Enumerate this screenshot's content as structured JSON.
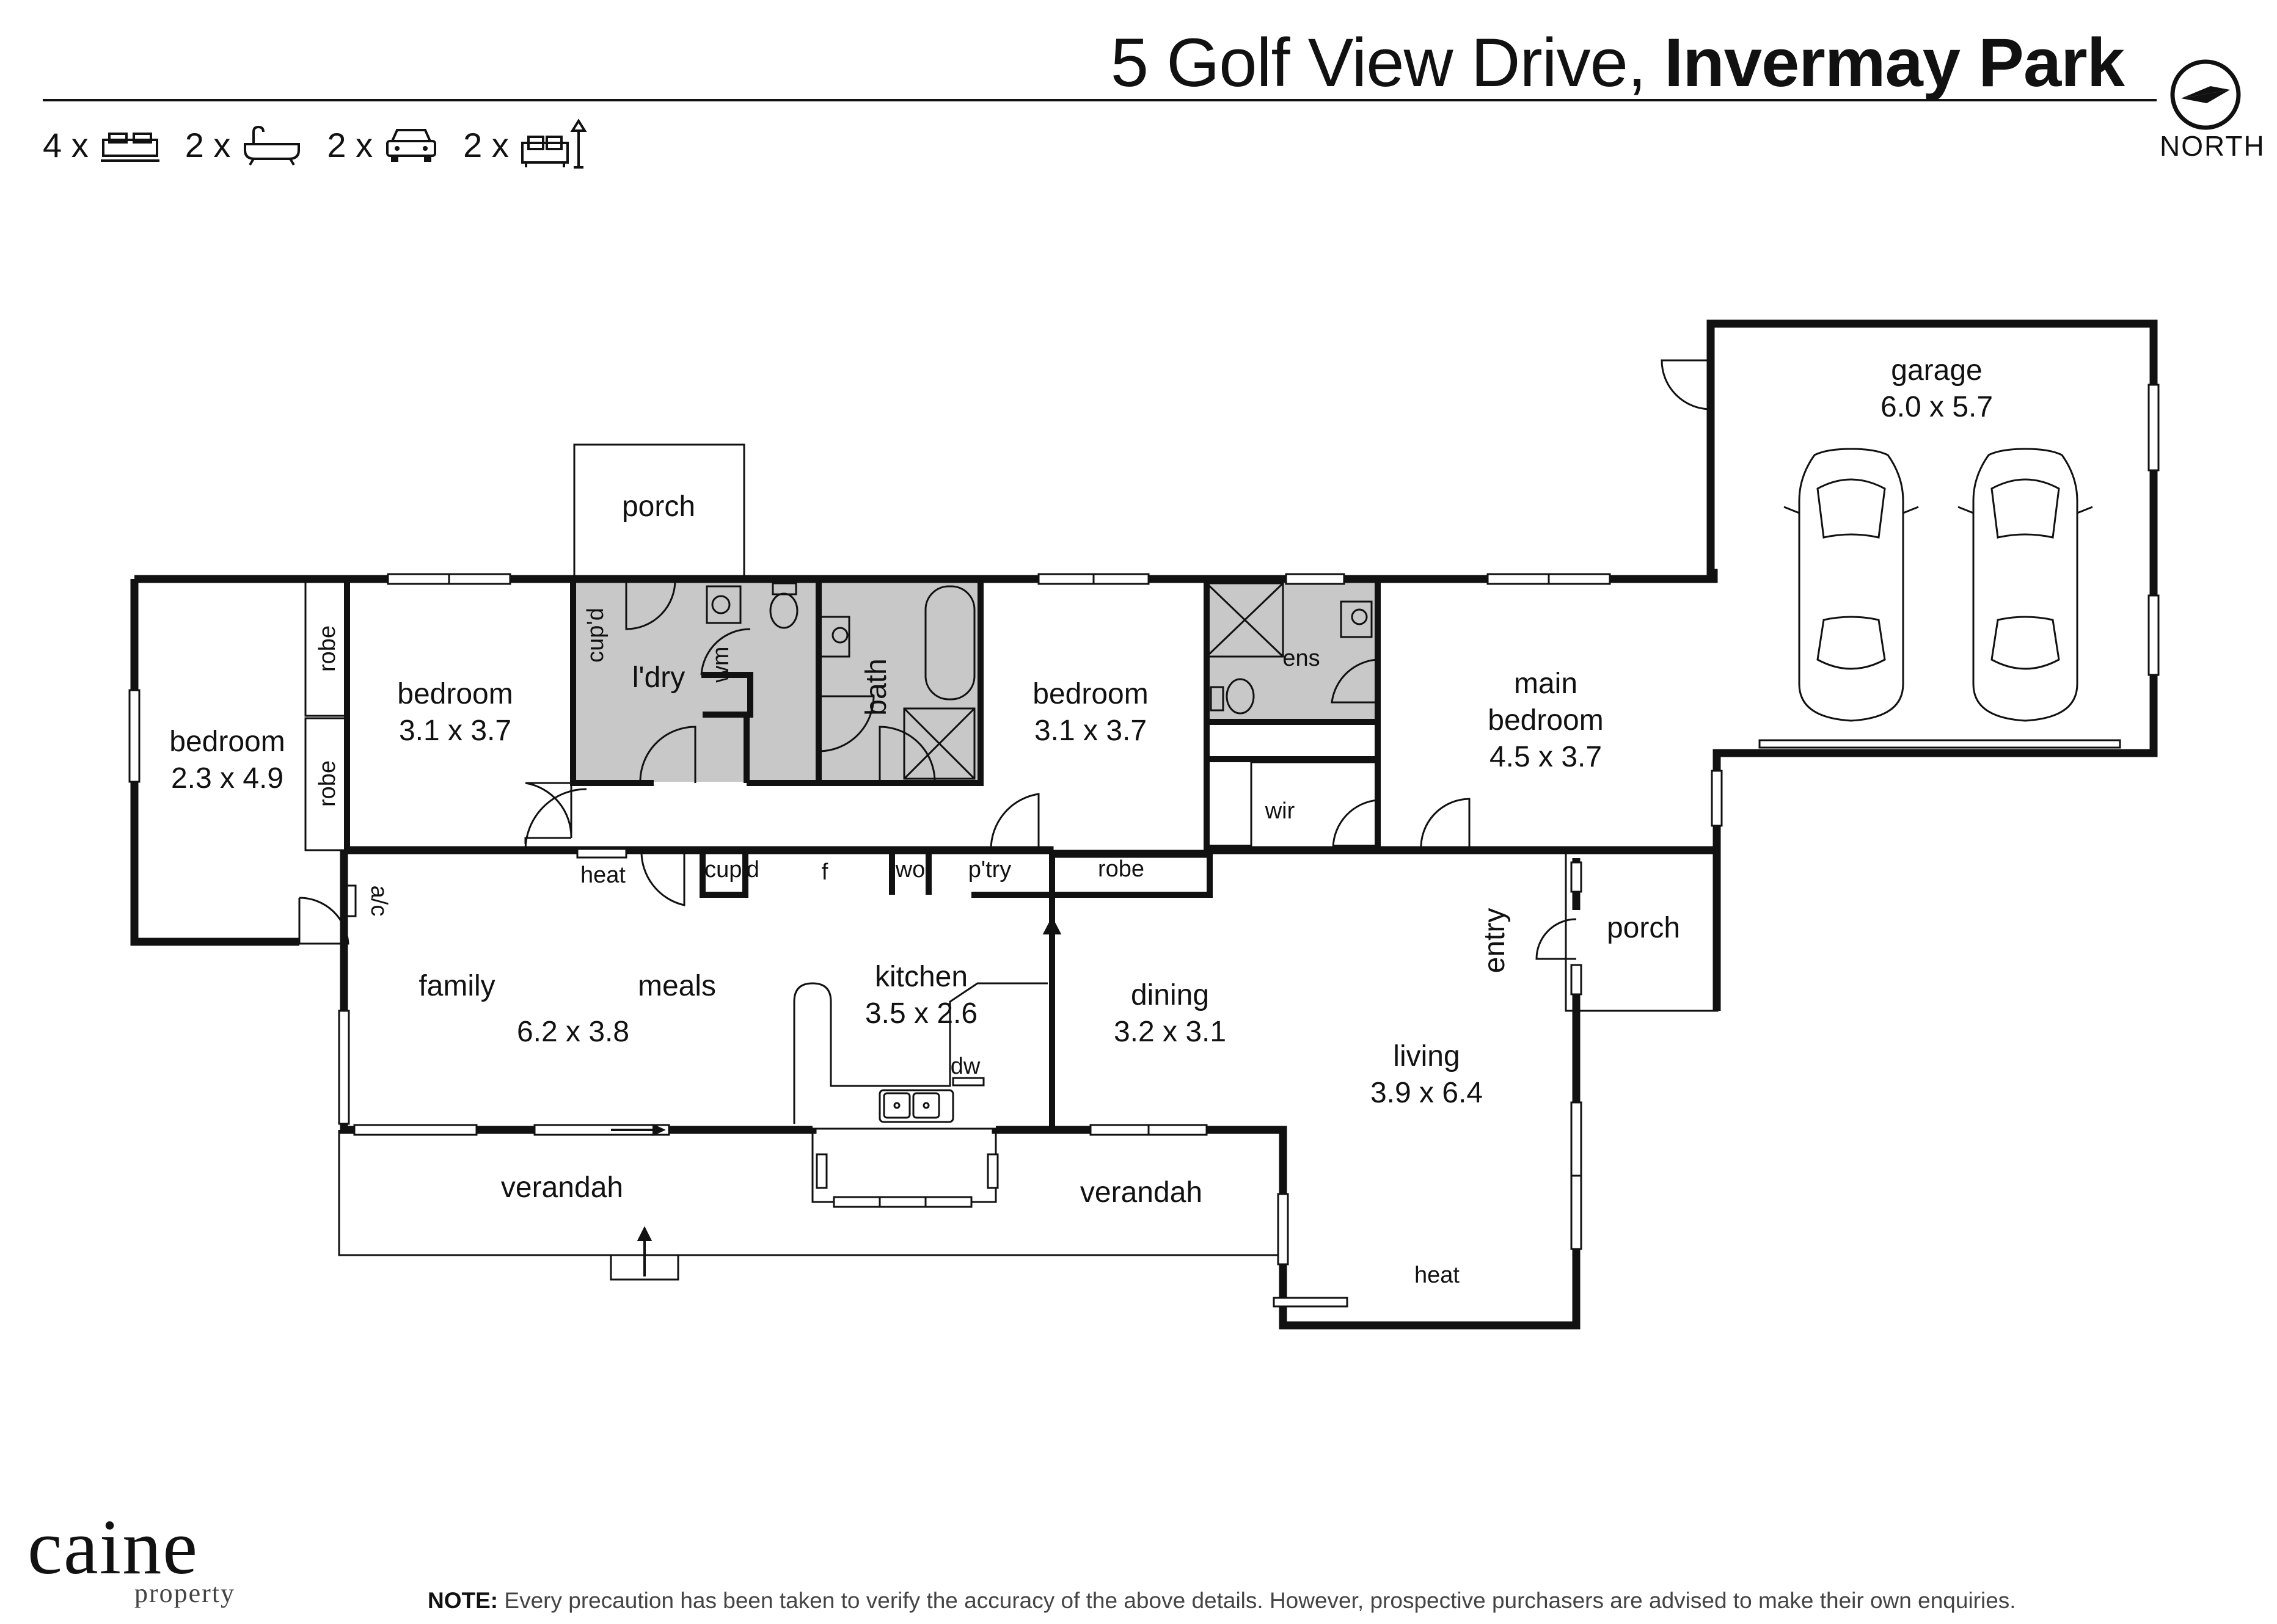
{
  "header": {
    "address_street": "5 Golf View Drive,",
    "address_suburb": "Invermay Park",
    "north_label": "NORTH"
  },
  "features": [
    {
      "count": "4 x",
      "icon": "bed-icon"
    },
    {
      "count": "2 x",
      "icon": "bath-icon"
    },
    {
      "count": "2 x",
      "icon": "car-icon"
    },
    {
      "count": "2 x",
      "icon": "living-icon"
    }
  ],
  "rooms": {
    "porch_top": {
      "name": "porch"
    },
    "garage": {
      "name": "garage",
      "dims": "6.0 x 5.7"
    },
    "bedroom_west": {
      "name": "bedroom",
      "dims": "2.3 x 4.9"
    },
    "bedroom_2": {
      "name": "bedroom",
      "dims": "3.1 x 3.7"
    },
    "bedroom_3": {
      "name": "bedroom",
      "dims": "3.1 x 3.7"
    },
    "main_bedroom": {
      "name_line1": "main",
      "name_line2": "bedroom",
      "dims": "4.5 x 3.7"
    },
    "laundry": {
      "name": "l'dry"
    },
    "bath": {
      "name": "bath"
    },
    "ensuite": {
      "name": "ens"
    },
    "wir": {
      "name": "wir"
    },
    "family": {
      "name": "family"
    },
    "meals": {
      "name": "meals",
      "dims": "6.2 x 3.8"
    },
    "kitchen": {
      "name": "kitchen",
      "dims": "3.5 x 2.6"
    },
    "dining": {
      "name": "dining",
      "dims": "3.2 x 3.1"
    },
    "living": {
      "name": "living",
      "dims": "3.9 x 6.4"
    },
    "porch_entry": {
      "name": "porch"
    },
    "verandah_west": {
      "name": "verandah"
    },
    "verandah_east": {
      "name": "verandah"
    }
  },
  "fixtures": {
    "robe_a": "robe",
    "robe_b": "robe",
    "robe_c": "robe",
    "cupd_laundry": "cup'd",
    "wm": "wm",
    "cupd_hall": "cup'd",
    "fridge": "f",
    "wall_oven": "wo",
    "pantry": "p'try",
    "heat_hall": "heat",
    "heat_living": "heat",
    "ac": "a/c",
    "dishwasher": "dw",
    "entry": "entry"
  },
  "logo": {
    "name": "caine",
    "sub": "property"
  },
  "disclaimer": {
    "label": "NOTE:",
    "text": " Every precaution has been taken to verify the accuracy of the above details. However, prospective purchasers are advised to make their own enquiries."
  }
}
